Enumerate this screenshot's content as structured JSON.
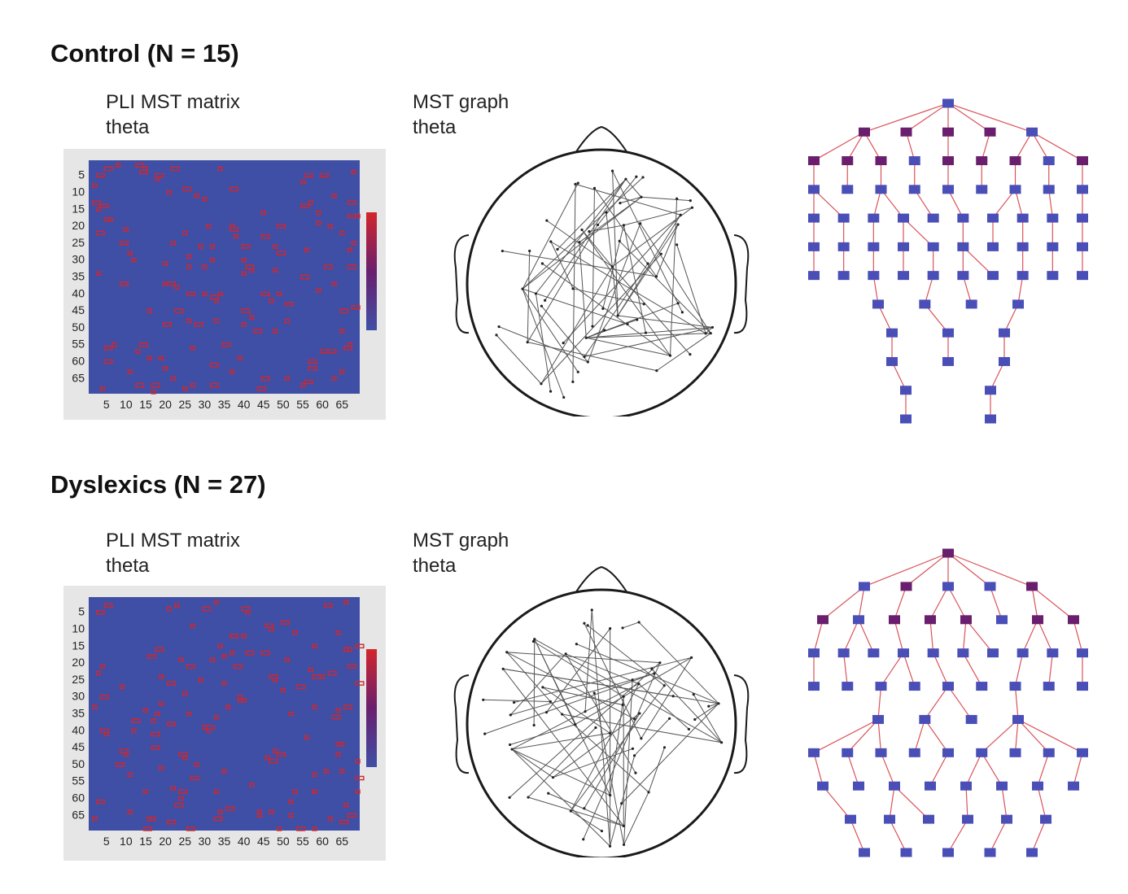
{
  "groups": [
    {
      "title": "Control (N = 15)",
      "matrix_label": [
        "PLI MST matrix",
        "theta"
      ],
      "graph_label": [
        "MST graph",
        "theta"
      ],
      "y_ticks": [
        "5",
        "10",
        "15",
        "20",
        "25",
        "30",
        "35",
        "40",
        "45",
        "50",
        "55",
        "60",
        "65"
      ],
      "x_ticks": [
        "5",
        "10",
        "15",
        "20",
        "25",
        "30",
        "35",
        "40",
        "45",
        "50",
        "55",
        "60",
        "65"
      ]
    },
    {
      "title": "Dyslexics (N = 27)",
      "matrix_label": [
        "PLI MST matrix",
        "theta"
      ],
      "graph_label": [
        "MST graph",
        "theta"
      ],
      "y_ticks": [
        "5",
        "10",
        "15",
        "20",
        "25",
        "30",
        "35",
        "40",
        "45",
        "50",
        "55",
        "60",
        "65"
      ],
      "x_ticks": [
        "5",
        "10",
        "15",
        "20",
        "25",
        "30",
        "35",
        "40",
        "45",
        "50",
        "55",
        "60",
        "65"
      ]
    }
  ],
  "colors": {
    "matrix_background": "#3f4fa6",
    "matrix_connection": "#d2262c",
    "colorbar_high": "#d2262c",
    "colorbar_mid": "#6a1f6e",
    "colorbar_low": "#3f4fa6",
    "tree_edge": "#d9535a",
    "tree_node": "#4a4fb8",
    "tree_hub_node": "#6a1f6e",
    "head_outline": "#1a1a1a",
    "graph_edge": "#555555"
  }
}
